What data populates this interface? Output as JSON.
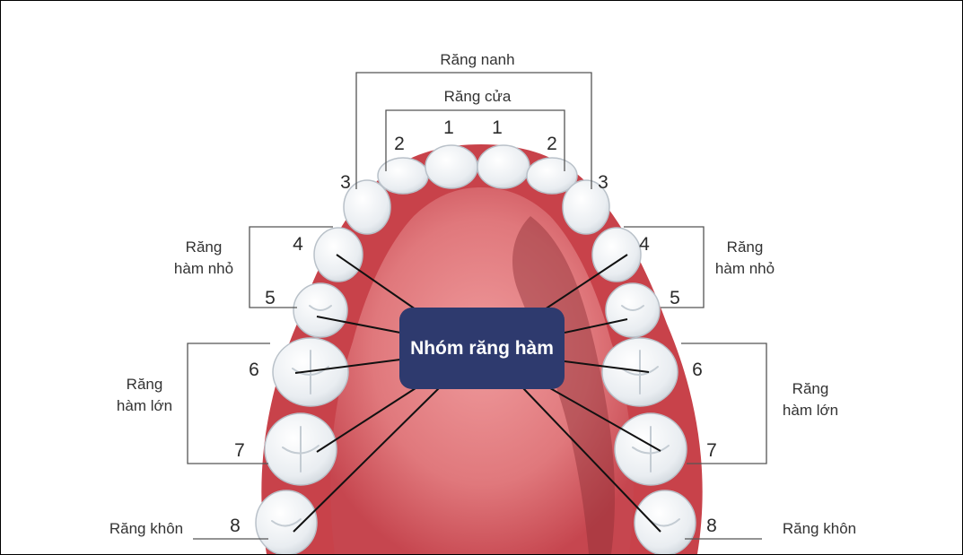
{
  "labels": {
    "canine_group": "Răng nanh",
    "incisor_group": "Răng cửa",
    "premolar_line1": "Răng",
    "premolar_line2": "hàm nhỏ",
    "molar_line1": "Răng",
    "molar_line2": "hàm lớn",
    "wisdom": "Răng khôn"
  },
  "numbers": [
    "1",
    "2",
    "3",
    "4",
    "5",
    "6",
    "7",
    "8"
  ],
  "badge": {
    "text": "Nhóm răng hàm"
  },
  "colors": {
    "badge_bg": "#2e3a6e",
    "gum": "#c8424a",
    "palate": "#e0787c",
    "tooth": "#eef2f5"
  }
}
